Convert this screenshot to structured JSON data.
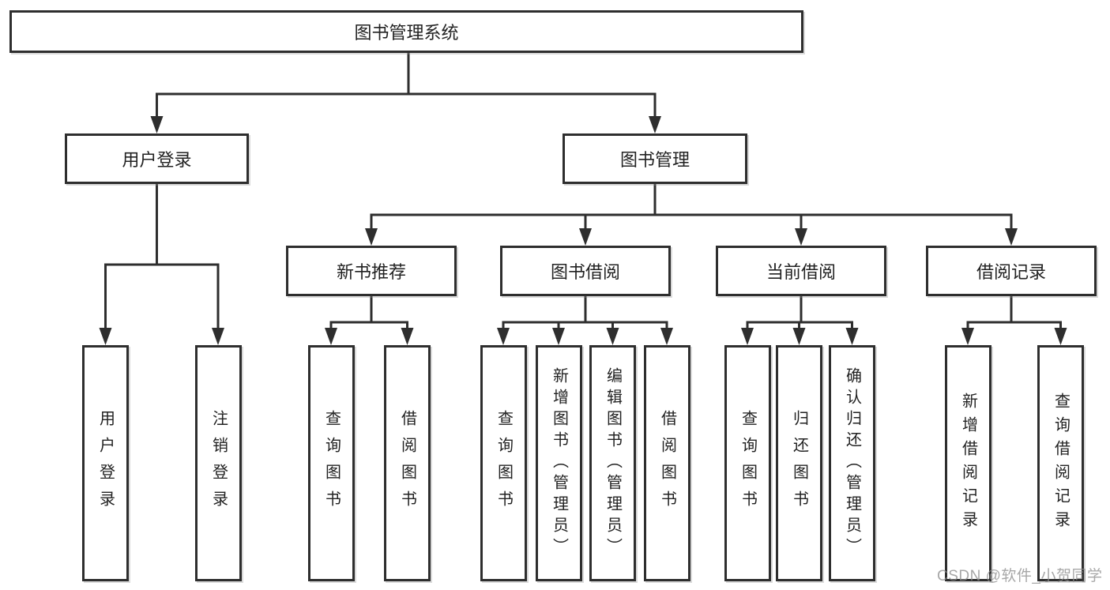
{
  "nodes": {
    "root": "图书管理系统",
    "user_login": "用户登录",
    "book_mgmt": "图书管理",
    "new_books": "新书推荐",
    "book_borrow": "图书借阅",
    "current_borrow": "当前借阅",
    "borrow_records": "借阅记录",
    "leaf_user_login": "用户登录",
    "leaf_logout": "注销登录",
    "leaf_nb_query": "查询图书",
    "leaf_nb_borrow": "借阅图书",
    "leaf_bb_query": "查询图书",
    "leaf_bb_add": "新增图书（管理员）",
    "leaf_bb_edit": "编辑图书（管理员）",
    "leaf_bb_borrow": "借阅图书",
    "leaf_cb_query": "查询图书",
    "leaf_cb_return": "归还图书",
    "leaf_cb_confirm": "确认归还（管理员）",
    "leaf_br_add": "新增借阅记录",
    "leaf_br_query": "查询借阅记录"
  },
  "watermark": "CSDN @软件_小贺同学",
  "colors": {
    "line": "#2e2e2e",
    "text": "#222222",
    "watermark": "#8e8e8e",
    "background": "#ffffff"
  }
}
